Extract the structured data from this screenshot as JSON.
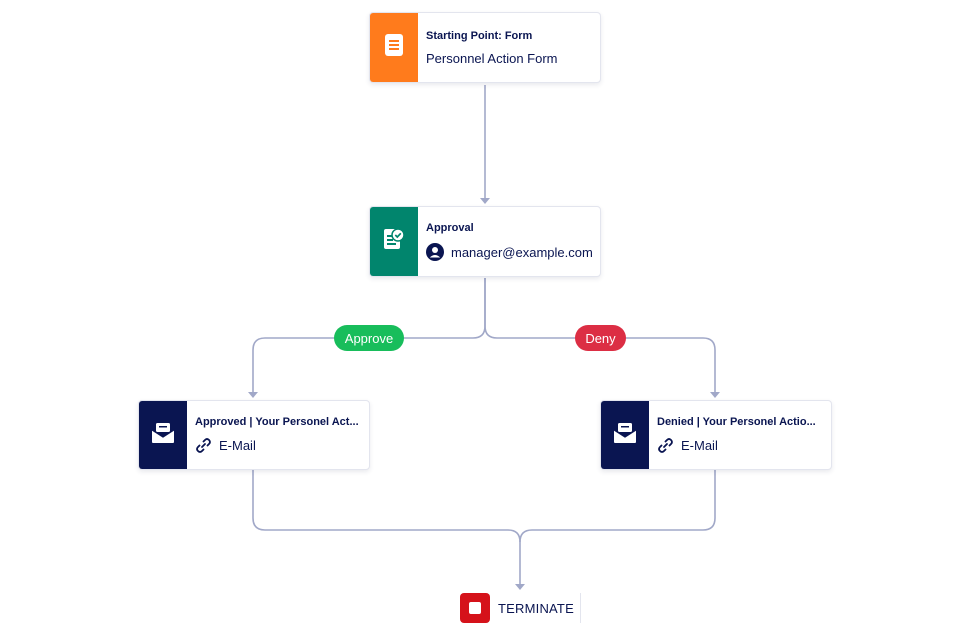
{
  "colors": {
    "connector": "#a1a8c8",
    "form_orange": "#ff7b1c",
    "approval_green": "#01856d",
    "email_navy": "#0a1551",
    "approve_green": "#18bd5b",
    "deny_red": "#dc2e44",
    "terminate_red": "#d5121a"
  },
  "nodes": {
    "start": {
      "title": "Starting Point: Form",
      "subtitle": "Personnel Action Form",
      "icon": "form-icon"
    },
    "approval": {
      "title": "Approval",
      "assignee": "manager@example.com",
      "icon": "approval-icon",
      "assignee_icon": "user-icon"
    },
    "approved_email": {
      "title": "Approved | Your Personel Act...",
      "channel": "E-Mail",
      "icon": "envelope-icon",
      "channel_icon": "link-icon"
    },
    "denied_email": {
      "title": "Denied | Your Personel Actio...",
      "channel": "E-Mail",
      "icon": "envelope-icon",
      "channel_icon": "link-icon"
    },
    "terminate": {
      "label": "TERMINATE",
      "icon": "stop-icon"
    }
  },
  "branches": {
    "approve_label": "Approve",
    "deny_label": "Deny"
  }
}
